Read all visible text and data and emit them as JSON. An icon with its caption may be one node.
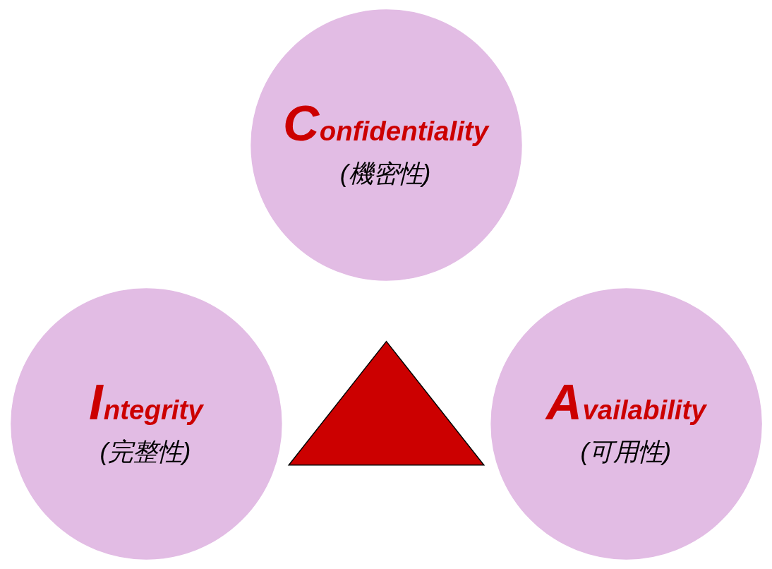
{
  "diagram": {
    "nodes": [
      {
        "text": [
          "Confidentiality",
          "(機密性)"
        ]
      },
      {
        "text": [],
        "shape": "triangle"
      },
      {
        "text": [
          "Integrity",
          "(完整性)"
        ]
      },
      {
        "text": [
          "Availability",
          "(可用性)"
        ]
      }
    ]
  }
}
